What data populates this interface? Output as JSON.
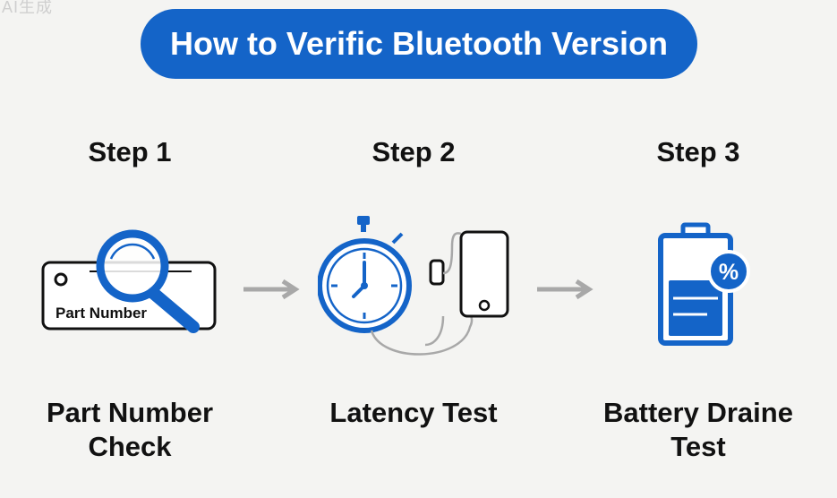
{
  "watermark": "AI生成",
  "title": "How to Verific Bluetooth Version",
  "steps": [
    {
      "label": "Step 1",
      "caption_line1": "Part Number",
      "caption_line2": "Check",
      "icon": "part-number-tag-magnifier-icon",
      "tag_text": "Part Number"
    },
    {
      "label": "Step 2",
      "caption_line1": "Latency Test",
      "caption_line2": "",
      "icon": "stopwatch-phone-icon"
    },
    {
      "label": "Step 3",
      "caption_line1": "Battery Draine",
      "caption_line2": "Test",
      "icon": "battery-percent-icon",
      "badge_text": "%"
    }
  ],
  "colors": {
    "accent": "#1464c8",
    "arrow": "#a8a8a8",
    "text": "#111111",
    "background": "#f4f4f2"
  }
}
